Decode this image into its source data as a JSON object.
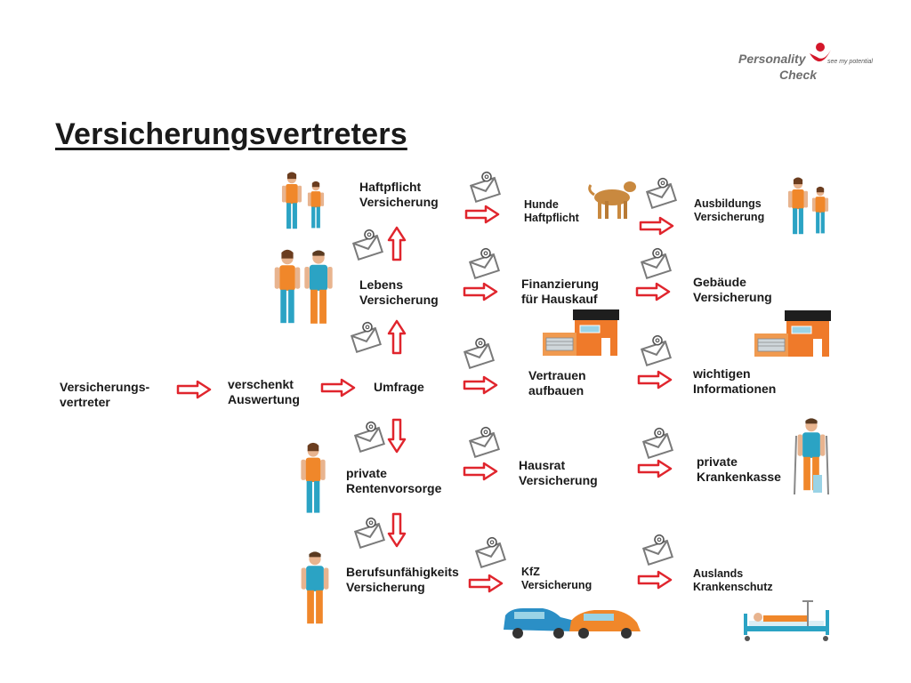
{
  "title": "Versicherungsvertreters",
  "logo": {
    "line1": "Personality",
    "line2": "Check",
    "tagline": "see my potential",
    "accent": "#d4172a"
  },
  "colors": {
    "arrow_stroke": "#e0252d",
    "arrow_fill": "#ffffff",
    "orange": "#f0872a",
    "teal": "#2ba3c4",
    "envelope": "#7a7a7a"
  },
  "nodes": {
    "versicherungsvertreter": "Versicherungs-\nvertreter",
    "auswertung": "verschenkt\nAuswertung",
    "umfrage": "Umfrage",
    "haftpflicht": "Haftpflicht\nVersicherung",
    "lebens": "Lebens\nVersicherung",
    "renten": "private\nRentenvorsorge",
    "berufsunf": "Berufsunfähigkeits\nVersicherung",
    "hunde": "Hunde\nHaftpflicht",
    "finanzierung": "Finanzierung\nfür Hauskauf",
    "vertrauen": "Vertrauen\naufbauen",
    "hausrat": "Hausrat\nVersicherung",
    "kfz": "KfZ\nVersicherung",
    "ausbildung": "Ausbildungs\nVersicherung",
    "gebaeude": "Gebäude\nVersicherung",
    "informationen": "wichtigen\nInformationen",
    "krankenkasse": "private\nKrankenkasse",
    "ausland": "Auslands\nKrankenschutz"
  }
}
